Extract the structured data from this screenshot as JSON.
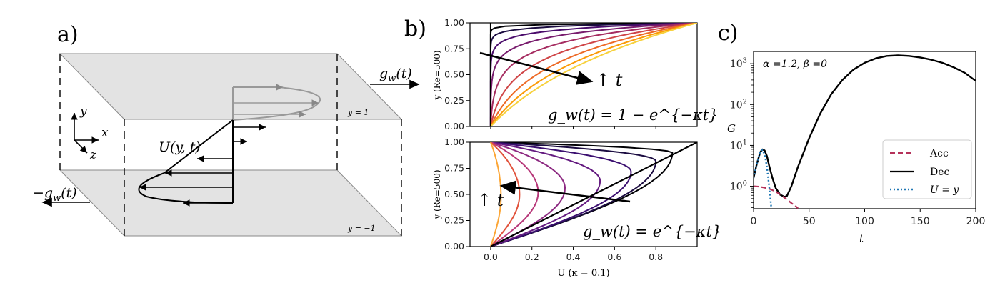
{
  "panel_labels": {
    "a": "a)",
    "b": "b)",
    "c": "c)"
  },
  "schematic": {
    "plate_top_label": "y = 1",
    "plate_bottom_label": "y = −1",
    "axis_x": "x",
    "axis_y": "y",
    "axis_z": "z",
    "profile_label": "U(y, t)",
    "top_wall": "g",
    "top_wall_sub": "w",
    "top_wall_arg": "(t)",
    "bottom_wall": "−g",
    "bottom_wall_sub": "w",
    "bottom_wall_arg": "(t)"
  },
  "colors": {
    "dec": "#000000",
    "acc": "#b5325a",
    "uy": "#1f77b4",
    "profile_palette": [
      "#000004",
      "#1b0c41",
      "#4a0c6b",
      "#781c6d",
      "#a52c60",
      "#cf4446",
      "#ed6925",
      "#fb9b06",
      "#f7d13d"
    ]
  },
  "chart_data": [
    {
      "type": "line",
      "panel": "b-top",
      "title": "",
      "xlabel": "",
      "ylabel": "y (Re=500)",
      "ylim": [
        0,
        1
      ],
      "xlim": [
        -0.1,
        1.0
      ],
      "yticks": [
        "0.00",
        "0.25",
        "0.50",
        "0.75",
        "1.00"
      ],
      "formula": "g_w(t) = 1 − e^{−κt}",
      "arrow_label": "↑ t",
      "series_family": "velocity profiles U(y) at increasing t, wall velocity rising toward U=y",
      "profile_decay_rates": [
        80,
        32,
        16,
        9,
        5.5,
        3.6,
        2.5,
        1.8,
        1.35
      ]
    },
    {
      "type": "line",
      "panel": "b-bottom",
      "title": "",
      "xlabel": "U (κ = 0.1)",
      "ylabel": "y (Re=500)",
      "ylim": [
        0,
        1
      ],
      "xlim": [
        -0.1,
        1.0
      ],
      "xticks": [
        "0.0",
        "0.2",
        "0.4",
        "0.6",
        "0.8"
      ],
      "yticks": [
        "0.00",
        "0.25",
        "0.50",
        "0.75",
        "1.00"
      ],
      "formula": "g_w(t) = e^{−κt}",
      "arrow_label": "↑ t",
      "series_family": "decaying velocity profiles, peak receding toward U=0",
      "peak_U": [
        0.88,
        0.8,
        0.68,
        0.53,
        0.36,
        0.23,
        0.14,
        0.05
      ],
      "peak_y": [
        0.9,
        0.82,
        0.72,
        0.63,
        0.56,
        0.52,
        0.5,
        0.48
      ]
    },
    {
      "type": "line",
      "panel": "c",
      "title": "",
      "xlabel": "t",
      "ylabel": "G",
      "annotation": "α =1.2, β =0",
      "xlim": [
        0,
        200
      ],
      "ylim_log10": [
        -0.55,
        3.3
      ],
      "xticks": [
        "0",
        "50",
        "100",
        "150",
        "200"
      ],
      "yticks": [
        "10^0",
        "10^1",
        "10^2",
        "10^3"
      ],
      "legend_position": "lower right",
      "legend": [
        "Acc",
        "Dec",
        "U = y"
      ],
      "series": [
        {
          "name": "Dec",
          "style": "solid",
          "x": [
            0,
            3,
            6,
            8,
            10,
            12,
            14,
            17,
            20,
            24,
            28,
            30,
            34,
            40,
            50,
            60,
            70,
            80,
            90,
            100,
            110,
            120,
            130,
            140,
            150,
            160,
            170,
            180,
            190,
            200
          ],
          "y": [
            1.6,
            3.6,
            6.8,
            8.0,
            7.5,
            5.5,
            3.2,
            1.6,
            0.9,
            0.62,
            0.55,
            0.58,
            1.0,
            3.0,
            15,
            60,
            180,
            400,
            720,
            1050,
            1350,
            1550,
            1600,
            1550,
            1420,
            1250,
            1050,
            820,
            600,
            380
          ]
        },
        {
          "name": "Acc",
          "style": "dashed",
          "x": [
            0,
            5,
            10,
            15,
            20,
            25,
            30,
            35,
            40
          ],
          "y": [
            1.0,
            0.98,
            0.92,
            0.85,
            0.74,
            0.6,
            0.47,
            0.37,
            0.29
          ]
        },
        {
          "name": "U = y",
          "style": "dotted",
          "x": [
            0,
            3,
            6,
            8,
            10,
            12,
            14,
            15,
            16
          ],
          "y": [
            1.6,
            3.6,
            6.8,
            7.8,
            6.0,
            3.0,
            1.0,
            0.55,
            0.29
          ]
        }
      ]
    }
  ]
}
